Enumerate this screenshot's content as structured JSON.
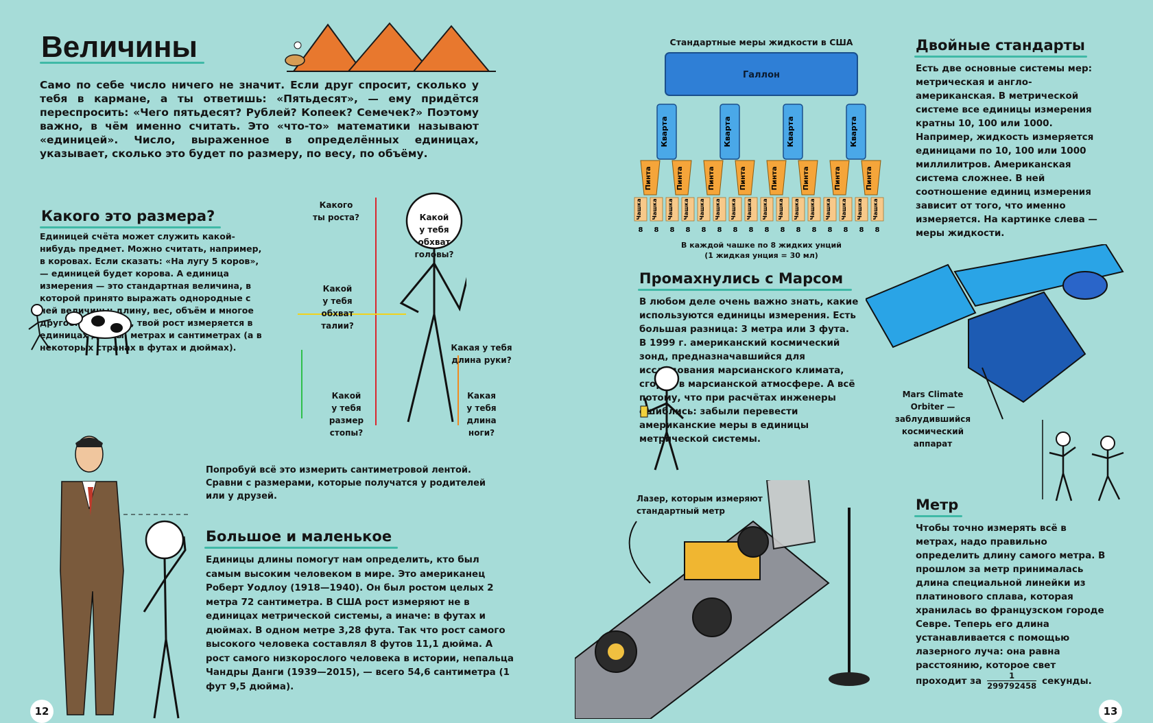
{
  "left": {
    "title": "Величины",
    "intro": "Само по себе число ничего не значит. Если друг спросит, сколько у тебя в кармане, а ты ответишь: «Пятьдесят», — ему придётся переспросить: «Чего пятьдесят? Рублей? Копеек? Семечек?» Поэтому важно, в чём именно считать. Это «что-то» математики называют «единицей». Число, выраженное в определённых единицах, указывает, сколько это будет по размеру, по весу, по объёму.",
    "size_heading": "Какого это размера?",
    "size_text": "Единицей счёта может служить какой-нибудь предмет. Можно считать, например, в коровах. Если сказать: «На лугу 5 коров», — единицей будет корова. А единица измерения — это стандартная величина, в которой принято выражать однородные с ней величины: длину, вес, объём и многое другое. Например, твой рост измеряется в единицах длины: метрах и сантиметрах (а в некоторых странах в футах и дюймах).",
    "q_height": "Какого\nты роста?",
    "q_head": "Какой\nу тебя\nобхват\nголовы?",
    "q_waist": "Какой\nу тебя\nобхват\nталии?",
    "q_arm": "Какая у тебя\nдлина руки?",
    "q_foot": "Какой\nу тебя\nразмер\nстопы?",
    "q_leg": "Какая\nу тебя\nдлина\nноги?",
    "try_note": "Попробуй всё это измерить сантиметровой лентой. Сравни с размерами, которые получатся у родителей или у друзей.",
    "big_heading": "Большое и маленькое",
    "big_text": "Единицы длины помогут нам определить, кто был самым высоким человеком в мире. Это американец Роберт Уодлоу (1918—1940). Он был ростом целых 2 метра 72 сантиметра. В США рост измеряют не в единицах метрической системы, а иначе: в футах и дюймах. В одном метре 3,28 фута. Так что рост самого высокого человека составлял 8 футов 11,1 дюйма. А рост самого низкорослого человека в истории, непальца Чандры Данги (1939—2015), — всего 54,6 сантиметра (1 фут 9,5 дюйма).",
    "page": "12"
  },
  "right": {
    "chart_title": "Стандартные меры жидкости в США",
    "gallon": "Галлон",
    "quart": "Кварта",
    "pint": "Пинта",
    "cup": "Чашка",
    "cup_value": "8",
    "chart_note_1": "В каждой чашке по 8 жидких унций",
    "chart_note_2": "(1 жидкая унция = 30 мл)",
    "double_heading": "Двойные стандарты",
    "double_text": "Есть две основные системы мер: метрическая и англо-американская. В метрической системе все единицы измерения кратны 10, 100 или 1000. Например, жидкость измеряется единицами по 10, 100 или 1000 миллилитров. Американская система сложнее. В ней соотношение единиц измерения зависит от того, что именно измеряется. На картинке слева — меры жидкости.",
    "mars_heading": "Промахнулись с Марсом",
    "mars_text": "В любом деле очень важно знать, какие используются единицы измерения. Есть большая разница: 3 метра или 3 фута. В 1999 г. американский космический зонд, предназначавшийся для исследования марсианского климата, сгорел в марсианской атмосфере. А всё потому, что при расчётах инженеры ошиблись: забыли перевести американские меры в единицы метрической системы.",
    "orbiter_caption": "Mars Climate\nOrbiter —\nзаблудившийся\nкосмический\nаппарат",
    "laser_caption": "Лазер, которым измеряют\nстандартный метр",
    "meter_heading": "Метр",
    "meter_text": "Чтобы точно измерять всё в метрах, надо правильно определить длину самого метра. В прошлом за метр принималась длина специальной линейки из платинового сплава, которая хранилась во французском городе Севре. Теперь его длина устанавливается с помощью лазерного луча: она равна расстоянию, которое свет",
    "meter_last": "проходит за",
    "frac_num": "1",
    "frac_den": "299792458",
    "meter_end": "секунды.",
    "page": "13"
  },
  "colors": {
    "background": "#a6dcd8",
    "gallon": "#2f7fd6",
    "quart": "#4aa8e8",
    "pint": "#f5a53a",
    "cup": "#f7c98a",
    "underline": "#3fb9a6"
  }
}
